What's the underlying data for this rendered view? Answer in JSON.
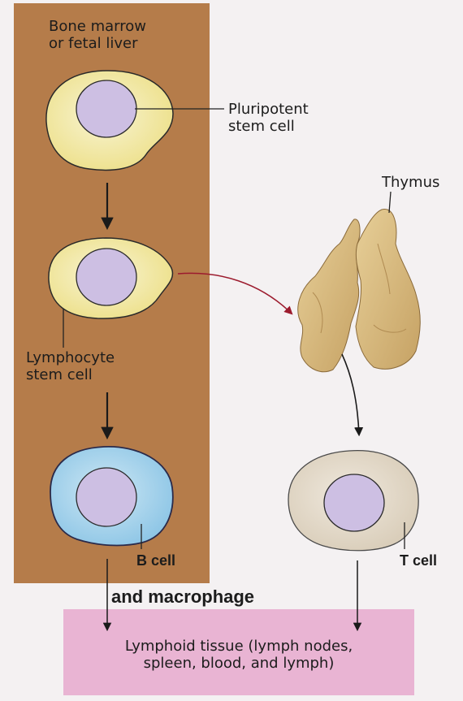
{
  "labels": {
    "bone_marrow_line1": "Bone marrow",
    "bone_marrow_line2": "or fetal liver",
    "pluripotent_line1": "Pluripotent",
    "pluripotent_line2": "stem cell",
    "thymus": "Thymus",
    "lymphocyte_line1": "Lymphocyte",
    "lymphocyte_line2": "stem cell",
    "b_cell": "B cell",
    "t_cell": "T cell",
    "macrophage": "and macrophage",
    "lymphoid_line1": "Lymphoid tissue (lymph nodes,",
    "lymphoid_line2": "spleen, blood, and lymph)"
  },
  "colors": {
    "marrow_panel": "#b57c4a",
    "lymphoid_panel": "#e9b4d3",
    "yellow_cell": "#f3ecb2",
    "blue_cell": "#a9d3ea",
    "t_cell": "#e5dccd",
    "nucleus": "#cdbfe3",
    "thymus": "#d9bc84",
    "arrow_black": "#1a1a1a",
    "arrow_red": "#9c1b2e"
  },
  "icons": [
    "pluripotent-stem-cell-icon",
    "lymphocyte-stem-cell-icon",
    "b-cell-icon",
    "t-cell-icon",
    "thymus-icon"
  ]
}
